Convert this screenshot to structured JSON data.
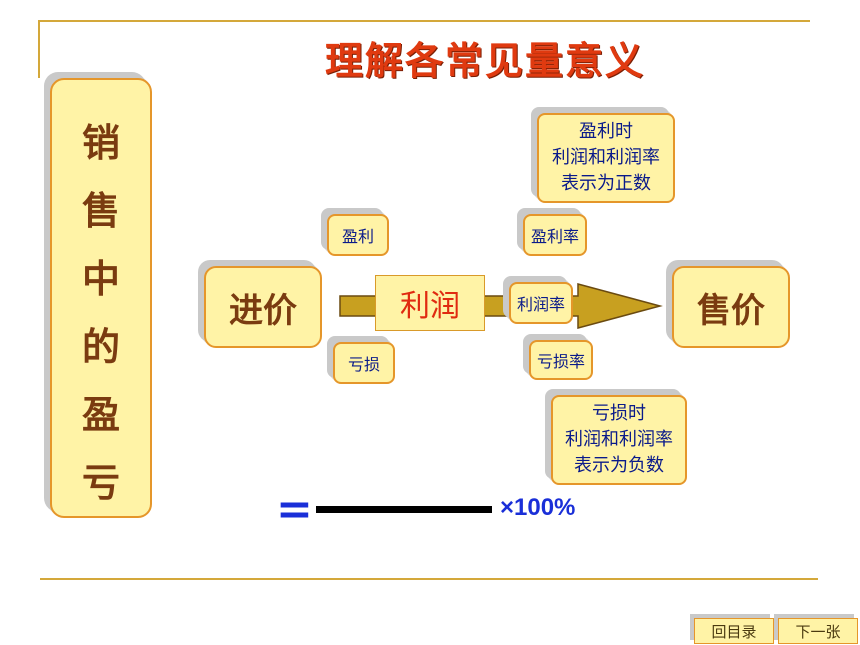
{
  "title": "理解各常见量意义",
  "sidebar_chars": [
    "销",
    "售",
    "中",
    "的",
    "盈",
    "亏"
  ],
  "boxes": {
    "cost_price": "进价",
    "sale_price": "售价",
    "profit": "利润",
    "gain": "盈利",
    "loss": "亏损",
    "gain_rate": "盈利率",
    "profit_rate": "利润率",
    "loss_rate": "亏损率"
  },
  "notes": {
    "gain": [
      "盈利时",
      "利润和利润率",
      "表示为正数"
    ],
    "loss": [
      "亏损时",
      "利润和利润率",
      "表示为负数"
    ]
  },
  "formula": {
    "equals": "=",
    "times": "×100%"
  },
  "nav": {
    "back": "回目录",
    "next": "下一张"
  },
  "colors": {
    "box_fill": "#fff3a6",
    "box_border": "#e5962a",
    "title": "#e03a10",
    "arrow": "#c8a020"
  }
}
